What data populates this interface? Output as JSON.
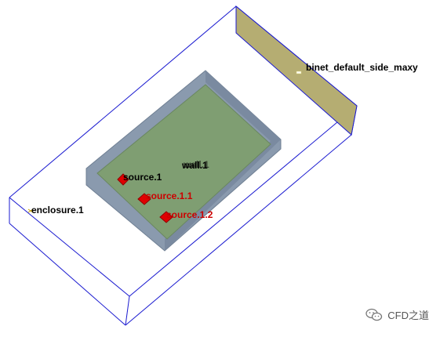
{
  "labels": {
    "cabinet_side": "binet_default_side_maxy",
    "wall": "wall.1",
    "source_1": "source.1",
    "source_1_1": "source.1.1",
    "source_1_2": "source.1.2",
    "enclosure": "enclosure.1"
  },
  "watermark": {
    "text": "CFD之道",
    "icon": "wechat-icon"
  },
  "colors": {
    "wireframe": "#1a1ad0",
    "side_face": "#b5ad72",
    "plate_top": "#7f9e72",
    "plate_walls": "#8a9aae",
    "source": "#e00000",
    "label_selected": "#cc0000"
  }
}
